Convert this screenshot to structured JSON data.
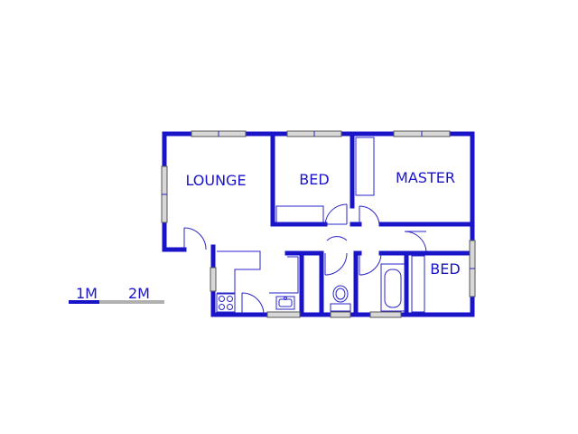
{
  "rooms": {
    "lounge": "LOUNGE",
    "bed_1": "BED",
    "master": "MASTER",
    "bed_2": "BED"
  },
  "scale_bar": {
    "label_1": "1M",
    "label_2": "2M"
  },
  "colors": {
    "wall": "#1a14c8",
    "window": "#d8d8d8",
    "scale_light": "#b0b0b0"
  }
}
